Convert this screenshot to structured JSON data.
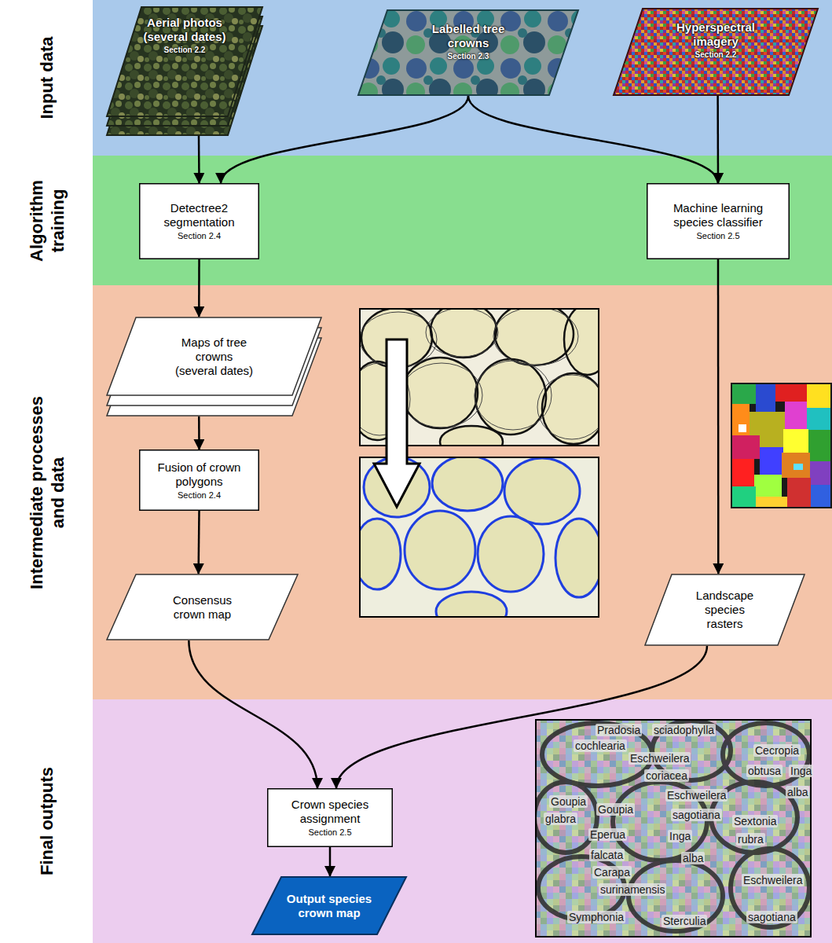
{
  "diagram": {
    "nodes": [
      {
        "text": [
          "Input data"
        ]
      },
      {
        "text": [
          "Aerial photos (several dates)",
          "Section 2.2"
        ],
        "in": 0
      },
      {
        "text": [
          "Labelled tree crowns",
          "Section 2.3"
        ],
        "in": 0
      },
      {
        "text": [
          "Hyperspectral imagery",
          "Section 2.2"
        ],
        "in": 0
      },
      {
        "text": [
          "Algorithm training"
        ]
      },
      {
        "text": [
          "Detectree2 segmentation",
          "Section 2.4"
        ],
        "in": 4
      },
      {
        "text": [
          "Machine learning species classifier",
          "Section 2.5"
        ],
        "in": 4
      },
      {
        "text": [
          "Intermediate processes and data"
        ]
      },
      {
        "text": [
          "Maps of tree crowns (several dates)"
        ],
        "in": 7
      },
      {
        "text": [
          "Fusion of crown polygons",
          "Section 2.4"
        ],
        "in": 7
      },
      {
        "text": [
          "Consensus crown map"
        ],
        "in": 7
      },
      {
        "text": [
          "Landscape species rasters"
        ],
        "in": 7
      },
      {
        "text": [
          "Final outputs"
        ]
      },
      {
        "text": [
          "Crown species assignment",
          "Section 2.5"
        ],
        "in": 12
      },
      {
        "text": [
          "Output species crown map"
        ],
        "in": 12
      }
    ],
    "edges": [
      {
        "from": 1,
        "to": 5,
        "arrow": "to"
      },
      {
        "from": 2,
        "to": 5,
        "arrow": "to"
      },
      {
        "from": 2,
        "to": 6,
        "arrow": "to"
      },
      {
        "from": 3,
        "to": 6,
        "arrow": "to"
      },
      {
        "from": 5,
        "to": 8,
        "arrow": "to"
      },
      {
        "from": 8,
        "to": 9,
        "arrow": "to"
      },
      {
        "from": 9,
        "to": 10,
        "arrow": "to"
      },
      {
        "from": 6,
        "to": 11,
        "arrow": "to"
      },
      {
        "from": 10,
        "to": 13,
        "arrow": "to"
      },
      {
        "from": 11,
        "to": 13,
        "arrow": "to"
      },
      {
        "from": 13,
        "to": 14,
        "arrow": "to"
      }
    ],
    "labels": [
      "Pradosia",
      "sciadophylla",
      "cochlearia",
      "Eschweilera",
      "Cecropia",
      "coriacea",
      "obtusa",
      "Inga",
      "Goupia",
      "Eschweilera",
      "alba",
      "glabra",
      "Goupia",
      "sagotiana",
      "Sextonia",
      "Eperua",
      "Inga",
      "rubra",
      "falcata",
      "alba",
      "Carapa",
      "surinamensis",
      "Eschweilera",
      "Symphonia",
      "Sterculia",
      "sagotiana"
    ]
  }
}
